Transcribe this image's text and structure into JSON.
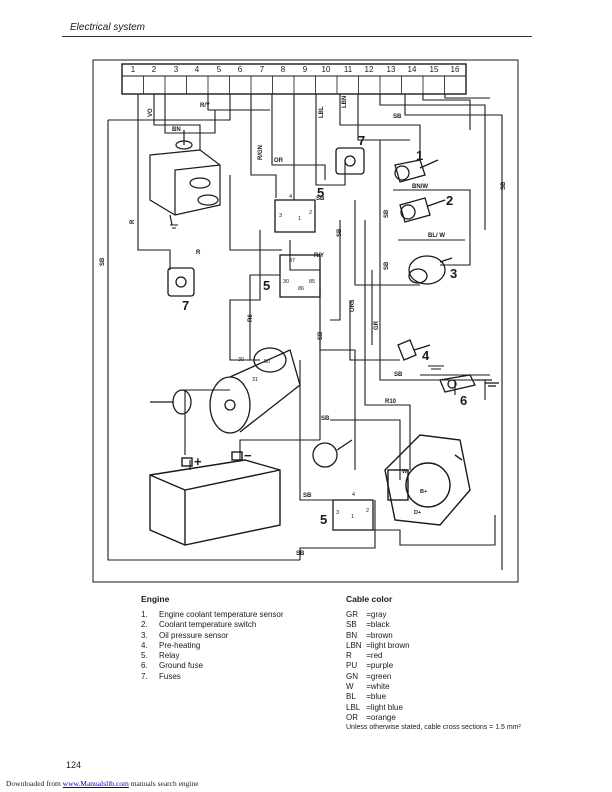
{
  "header": {
    "title": "Electrical  system"
  },
  "diagram": {
    "fuse_numbers": [
      "1",
      "2",
      "3",
      "4",
      "5",
      "6",
      "7",
      "8",
      "9",
      "10",
      "11",
      "12",
      "13",
      "14",
      "15",
      "16"
    ],
    "wire_labels": {
      "vo": "VO",
      "ry_top": "R/Y",
      "bn": "BN",
      "rgn": "R/GN",
      "lbl": "LBL",
      "lbn": "LBN",
      "sb_top": "SB",
      "or": "OR",
      "sb_relay": "SB",
      "bnw": "BN/W",
      "sb_right_vert": "SB",
      "sb_mid": "SB",
      "blw": "BL/ W",
      "sb_mid2": "SB",
      "r_left": "R",
      "sb_far_left": "SB",
      "r_mid": "R",
      "ry_relay": "R/Y",
      "r6": "R6",
      "sb_center": "SB",
      "or6": "OR6",
      "gr": "GR",
      "sb_starter": "SB",
      "sb_right": "SB",
      "r10": "R10",
      "sb_low": "SB",
      "sb_bottom": "SB",
      "sb_fuse": "SB"
    },
    "relay_pins": {
      "p87": "87",
      "p30": "30",
      "p86": "86",
      "p85": "85",
      "p4a": "4",
      "p3a": "3",
      "p1a": "1",
      "p2a": "2",
      "p4b": "4",
      "p3b": "3",
      "p1b": "1",
      "p2b": "2"
    },
    "starter_pins": {
      "p30": "30",
      "p50": "50",
      "p31": "31"
    },
    "battery": {
      "plus": "+",
      "minus": "−"
    },
    "alternator_pins": {
      "w": "W",
      "b": "B+",
      "d": "D+"
    },
    "component_numbers": {
      "sensor_1": "1",
      "switch_2": "2",
      "sensor_3": "3",
      "preheat_4": "4",
      "relay_5a": "5",
      "relay_5b": "5",
      "relay_5c": "5",
      "ground_6": "6",
      "fuse_7a": "7",
      "fuse_7b": "7"
    }
  },
  "legend": {
    "title": "Engine",
    "items": [
      {
        "num": "1.",
        "text": "Engine coolant temperature sensor"
      },
      {
        "num": "2.",
        "text": "Coolant temperature switch"
      },
      {
        "num": "3.",
        "text": "Oil pressure sensor"
      },
      {
        "num": "4.",
        "text": "Pre-heating"
      },
      {
        "num": "5.",
        "text": "Relay"
      },
      {
        "num": "6.",
        "text": "Ground fuse"
      },
      {
        "num": "7.",
        "text": "Fuses"
      }
    ]
  },
  "cable_color": {
    "title": "Cable color",
    "items": [
      {
        "code": "GR",
        "name": "=gray"
      },
      {
        "code": "SB",
        "name": "=black"
      },
      {
        "code": "BN",
        "name": "=brown"
      },
      {
        "code": "LBN",
        "name": "=light brown"
      },
      {
        "code": "R",
        "name": "=red"
      },
      {
        "code": "PU",
        "name": "=purple"
      },
      {
        "code": "GN",
        "name": "=green"
      },
      {
        "code": "W",
        "name": "=white"
      },
      {
        "code": "BL",
        "name": "=blue"
      },
      {
        "code": "LBL",
        "name": "=light blue"
      },
      {
        "code": "OR",
        "name": "=orange"
      }
    ],
    "note": "Unless otherwise stated, cable cross sections = 1.5 mm²"
  },
  "page_number": "124",
  "footer": {
    "prefix": "Downloaded from",
    "link": "www.Manualslib.com",
    "suffix": "manuals search engine"
  }
}
